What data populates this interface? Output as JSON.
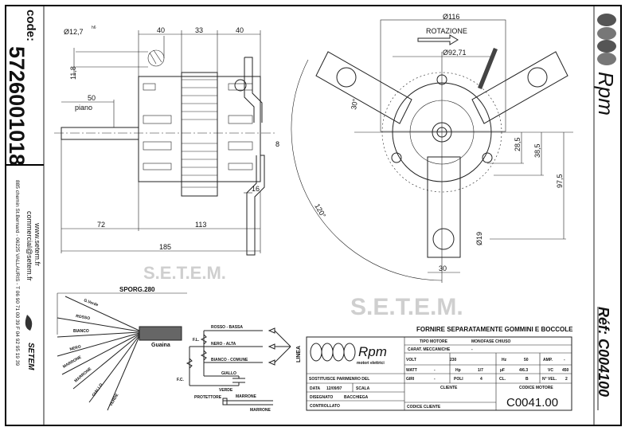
{
  "left_strip": {
    "code_label": "code:",
    "code_value": "5726001018",
    "website": "www.setem.fr",
    "email": "commercial@setem.fr",
    "address": "885 chemin St.Bernard  -  06225 VALLAURIS  -  T 06 90 71 00 39  F 04 92 95 19 39",
    "brand": "SETEM"
  },
  "right_strip": {
    "brand": "Rpm",
    "reference": "Réf: C004100"
  },
  "watermark": "S.E.T.E.M.",
  "side_view": {
    "shaft_diameter": "Ø12,7",
    "shaft_tolerance": "h6",
    "flat_depth": "11,8",
    "flat_length": "50",
    "flat_label": "piano",
    "dim_front": "40",
    "dim_mid": "33",
    "dim_rear": "40",
    "dim_shaft": "72",
    "dim_body": "113",
    "dim_total": "185",
    "dim_bracket": "16",
    "dim_offset": "8"
  },
  "front_view": {
    "outer_diameter": "Ø116",
    "rotation_label": "ROTAZIONE",
    "inner_diameter": "Ø92,71",
    "angle_arm": "30°",
    "angle_spacing": "120°",
    "dim_a": "28,5",
    "dim_b": "38,5",
    "dim_c": "97,5",
    "hole_diameter": "Ø19",
    "arm_width": "30"
  },
  "wiring": {
    "lead_length": "SPORG.280",
    "sheath": "Guaina",
    "wires": [
      "G.Verde",
      "ROSSO",
      "BIANCO",
      "NERO",
      "MARRONE",
      "MARRONE",
      "GIALLO",
      "VERDE"
    ],
    "schematic": {
      "low": "ROSSO - BASSA",
      "high": "NERO - ALTA",
      "common": "BIANCO - COMUNE",
      "cap1": "GIALLO",
      "cap2": "VERDE",
      "field": "F.L.",
      "aux": "F.C.",
      "line": "LINEA",
      "protector": "PROTETTORE",
      "prot1": "MARRONE",
      "prot2": "MARRONE"
    }
  },
  "title_block": {
    "note": "FORNIRE SEPARATAMENTE GOMMINI E BOCCOLE",
    "logo_brand": "Rpm",
    "logo_sub": "motori elettrici",
    "replaces_label": "SOSTITUISCE PARIMENRO DEL",
    "date_label": "DATA",
    "date_value": "12/09/97",
    "scale_label": "SCALA",
    "designed_label": "DISEGNATO",
    "designed_value": "BACCHIEGA",
    "checked_label": "CONTROLLATO",
    "motor_type_label": "TIPO MOTORE",
    "motor_type_value": "MONOFASE CHIUSO",
    "mech_label": "CARAT. MECCANICHE",
    "mech_value": "-",
    "volt_label": "VOLT",
    "volt_value": "230",
    "hz_label": "Hz",
    "hz_value": "50",
    "amp_label": "AMP.",
    "amp_value": "-",
    "watt_label": "WATT",
    "watt_value": "-",
    "hp_label": "Hp",
    "hp_value": "1/7",
    "uf_label": "µF",
    "uf_value": "4/6.3",
    "vc_label": "VC",
    "vc_value": "450",
    "rpm_label": "GIRI",
    "rpm_value": "-",
    "poles_label": "POLI",
    "poles_value": "4",
    "class_label": "CL.",
    "class_value": "B",
    "speeds_label": "N° VEL.",
    "speeds_value": "2",
    "client_label": "CLIENTE",
    "client_code_label": "CODICE CLIENTE",
    "motor_code_label": "CODICE MOTORE",
    "motor_code_value": "C0041.00"
  }
}
